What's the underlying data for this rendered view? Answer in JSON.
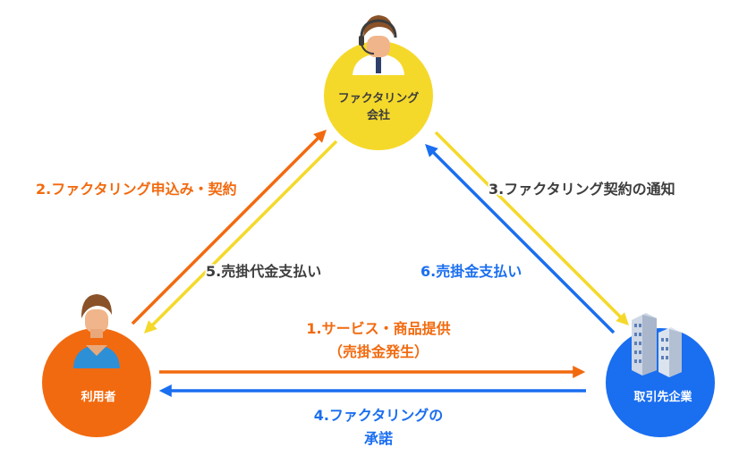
{
  "colors": {
    "orange": "#f26a0f",
    "yellow": "#f5d92a",
    "blue": "#1a6ef0",
    "dark_text": "#3d3d3d",
    "white": "#ffffff"
  },
  "nodes": {
    "factoring": {
      "label_line1": "ファクタリング",
      "label_line2": "会社",
      "icon": "headset-operator-icon"
    },
    "user": {
      "label": "利用者",
      "icon": "person-icon"
    },
    "client": {
      "label": "取引先企業",
      "icon": "building-icon"
    }
  },
  "steps": {
    "s1_line1": "1.サービス・商品提供",
    "s1_line2": "（売掛金発生）",
    "s2": "2.ファクタリング申込み・契約",
    "s3": "3.ファクタリング契約の通知",
    "s4_line1": "4.ファクタリングの",
    "s4_line2": "承諾",
    "s5": "5.売掛代金支払い",
    "s6": "6.売掛金支払い"
  }
}
